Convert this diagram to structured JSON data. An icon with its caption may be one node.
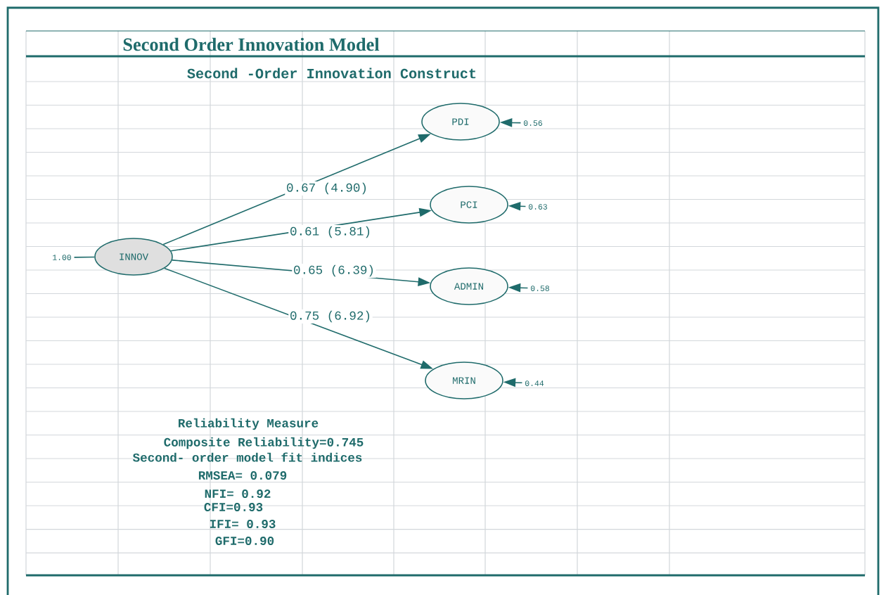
{
  "diagram": {
    "title": "Second Order Innovation Model",
    "nodes": [
      {
        "text": [
          "INNOV"
        ]
      },
      {
        "text": [
          "PDI"
        ]
      },
      {
        "text": [
          "PCI"
        ]
      },
      {
        "text": [
          "ADMIN"
        ]
      },
      {
        "text": [
          "MRIN"
        ]
      },
      {
        "text": [
          "1.00"
        ]
      },
      {
        "text": [
          "0.56"
        ]
      },
      {
        "text": [
          "0.63"
        ]
      },
      {
        "text": [
          "0.58"
        ]
      },
      {
        "text": [
          "0.44"
        ]
      }
    ],
    "edges": [
      {
        "from": 0,
        "to": 1,
        "arrow": "to",
        "label": "0.67 (4.90)"
      },
      {
        "from": 0,
        "to": 2,
        "arrow": "to",
        "label": "0.61 (5.81)"
      },
      {
        "from": 0,
        "to": 3,
        "arrow": "to",
        "label": "0.65 (6.39)"
      },
      {
        "from": 0,
        "to": 4,
        "arrow": "to",
        "label": "0.75 (6.92)"
      },
      {
        "from": 5,
        "to": 0,
        "arrow": "none"
      },
      {
        "from": 6,
        "to": 1,
        "arrow": "to"
      },
      {
        "from": 7,
        "to": 2,
        "arrow": "to"
      },
      {
        "from": 8,
        "to": 3,
        "arrow": "to"
      },
      {
        "from": 9,
        "to": 4,
        "arrow": "to"
      }
    ],
    "labels": [
      "Second -Order Innovation Construct",
      "Reliability Measure",
      "Composite Reliability=0.745",
      "Second- order model fit indices",
      "RMSEA= 0.079",
      "NFI= 0.92",
      "CFI=0.93",
      "IFI= 0.93",
      "GFI=0.90"
    ]
  }
}
